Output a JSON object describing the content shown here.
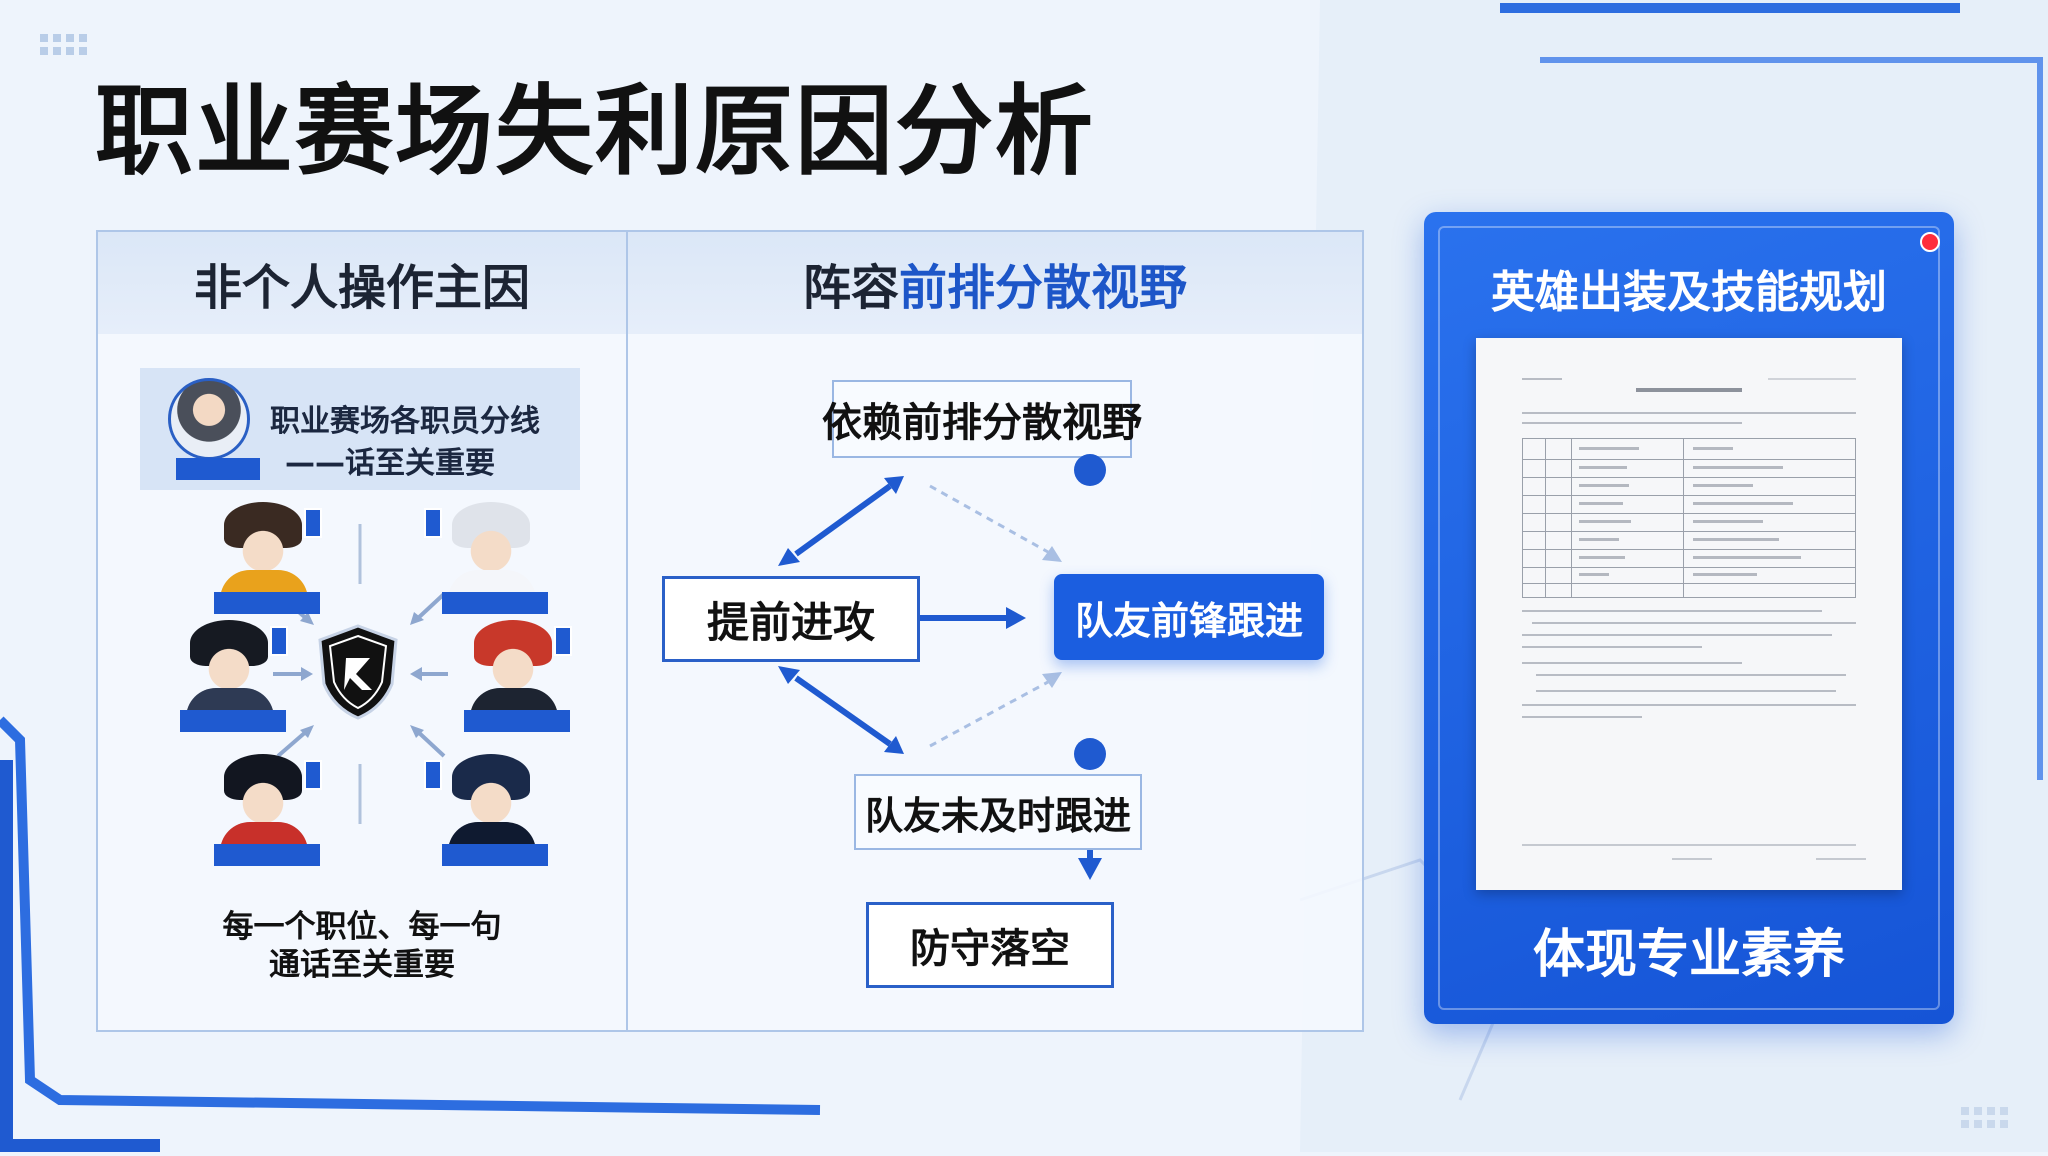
{
  "title": "职业赛场失利原因分析",
  "left_panel": {
    "header": "非个人操作主因",
    "quote": {
      "line1": "职业赛场各职员分线",
      "line2": "——话至关重要"
    },
    "caption_line1": "每一个职位、每一句",
    "caption_line2": "通话至关重要"
  },
  "right_panel": {
    "header_normal": "阵容",
    "header_highlight": "前排分散视野",
    "flow": {
      "top": "依赖前排分散视野",
      "left": "提前进攻",
      "right": "队友前锋跟进",
      "bottom": "队友未及时跟进",
      "result": "防守落空"
    }
  },
  "card": {
    "title": "英雄出装及技能规划",
    "bottom": "体现专业素养"
  },
  "colors": {
    "accent_blue": "#1d56c8",
    "card_blue": "#1b5ee0",
    "title_text": "#111111",
    "alert_dot": "#ff2d3c"
  },
  "icons": [
    "shield-emblem-icon",
    "player-avatar-icon",
    "document-icon"
  ]
}
